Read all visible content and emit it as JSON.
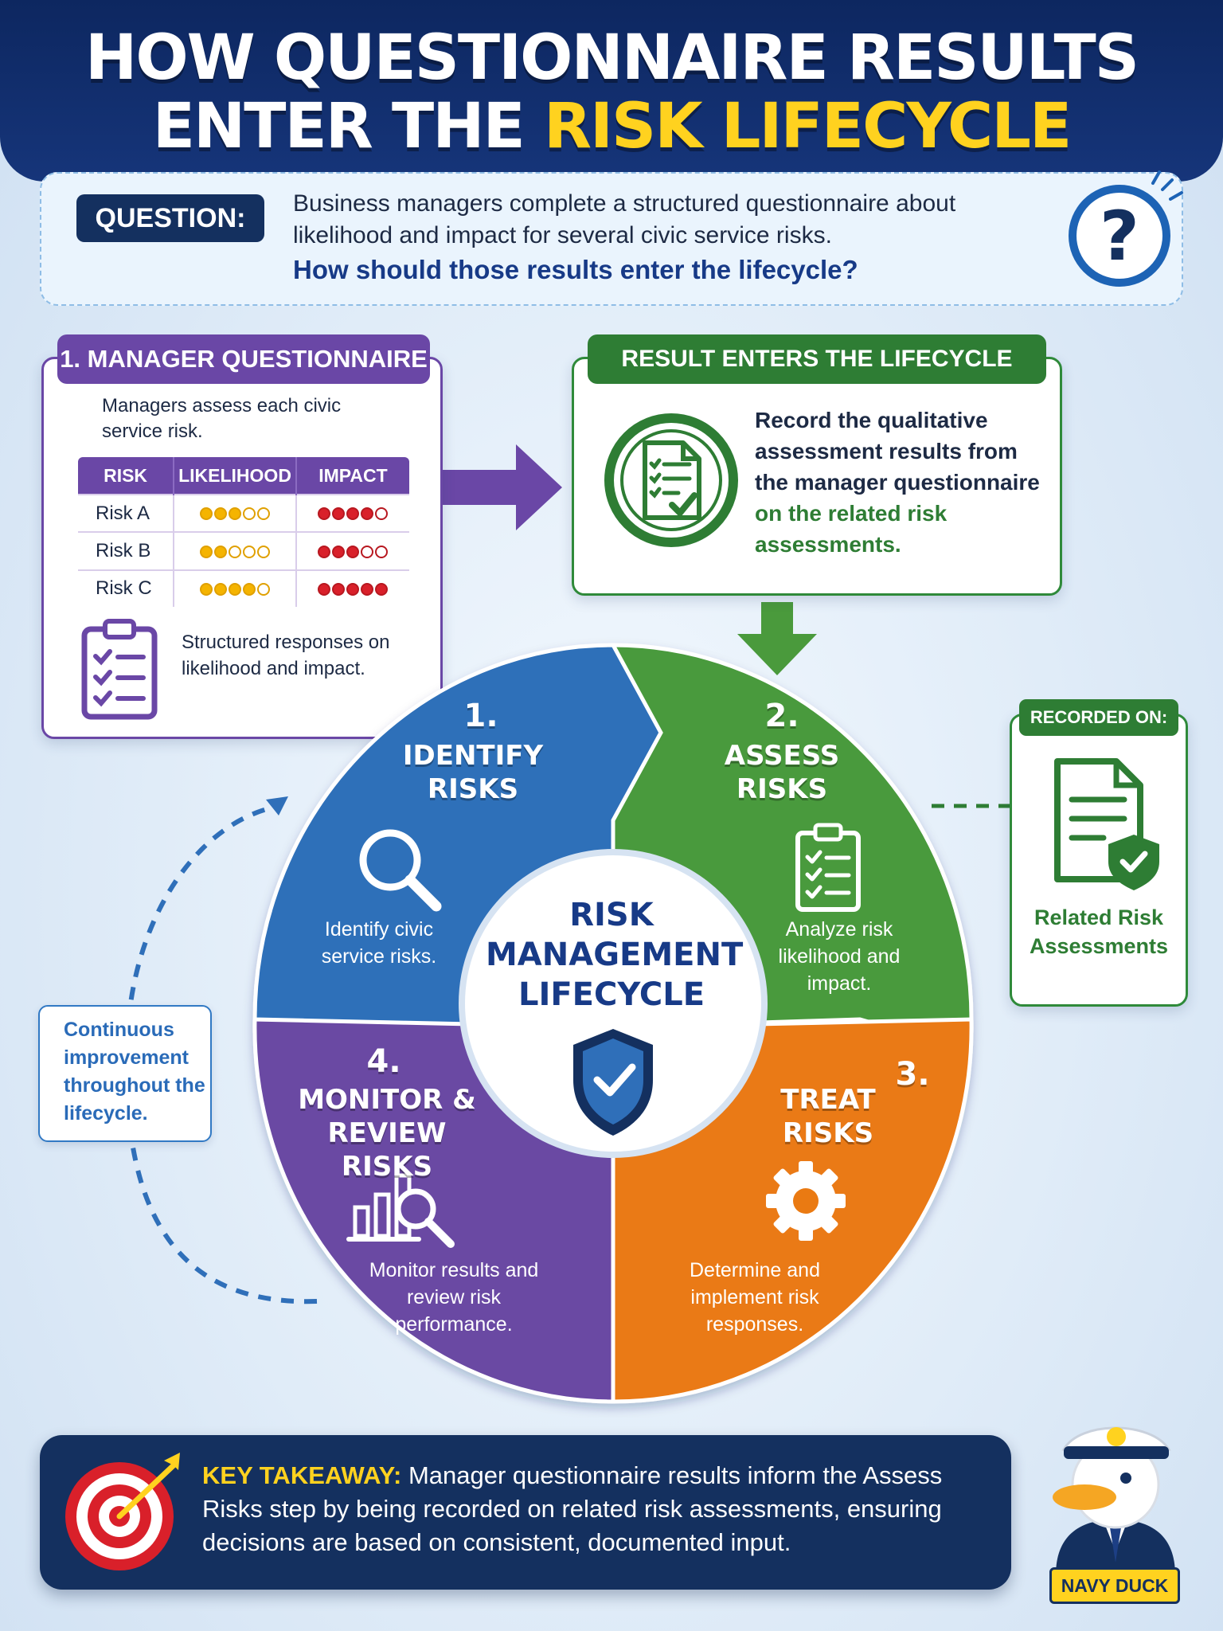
{
  "header": {
    "line1": "HOW QUESTIONNAIRE RESULTS",
    "line2_prefix": "ENTER THE ",
    "line2_highlight": "RISK LIFECYCLE"
  },
  "question": {
    "label": "QUESTION:",
    "text": "Business managers complete a structured questionnaire about likelihood and impact for several civic service risks.",
    "ask": "How should those results enter the lifecycle?",
    "icon": "question-mark-icon"
  },
  "manager": {
    "tab": "1. MANAGER QUESTIONNAIRE",
    "intro": "Managers assess each civic service risk.",
    "columns": [
      "RISK",
      "LIKELIHOOD",
      "IMPACT"
    ],
    "rows": [
      {
        "name": "Risk A",
        "likelihood": 3,
        "impact": 4
      },
      {
        "name": "Risk B",
        "likelihood": 2,
        "impact": 3
      },
      {
        "name": "Risk C",
        "likelihood": 4,
        "impact": 5
      }
    ],
    "scale_max": 5,
    "note": "Structured responses on likelihood and impact."
  },
  "result": {
    "tab": "RESULT ENTERS THE LIFECYCLE",
    "text": "Record the qualitative assessment results from the manager questionnaire ",
    "text_green": "on the related risk assessments."
  },
  "recorded": {
    "tab": "RECORDED ON:",
    "text": "Related Risk Assessments"
  },
  "improvement": {
    "text": "Continuous improvement throughout the lifecycle."
  },
  "cycle": {
    "center": "RISK MANAGEMENT LIFECYCLE",
    "steps": [
      {
        "num": "1.",
        "title": "IDENTIFY RISKS",
        "desc": "Identify civic service risks.",
        "color": "#2f6fb9"
      },
      {
        "num": "2.",
        "title": "ASSESS RISKS",
        "desc": "Analyze risk likelihood and impact.",
        "color": "#4a9a3c"
      },
      {
        "num": "3.",
        "title": "TREAT RISKS",
        "desc": "Determine and implement risk responses.",
        "color": "#ea7a12"
      },
      {
        "num": "4.",
        "title": "MONITOR & REVIEW RISKS",
        "desc": "Monitor results and review risk performance.",
        "color": "#6a4aa3"
      }
    ]
  },
  "takeaway": {
    "label": "KEY TAKEAWAY:",
    "text": " Manager questionnaire results inform the Assess Risks step by being recorded on related risk assessments, ensuring decisions are based on consistent, documented input."
  },
  "mascot": {
    "badge": "NAVY DUCK"
  },
  "colors": {
    "navy": "#14305f",
    "purple": "#6a47a6",
    "green": "#2e7d34",
    "blue": "#2f6fb9",
    "orange": "#ea7a12",
    "yellow": "#ffd21f"
  }
}
